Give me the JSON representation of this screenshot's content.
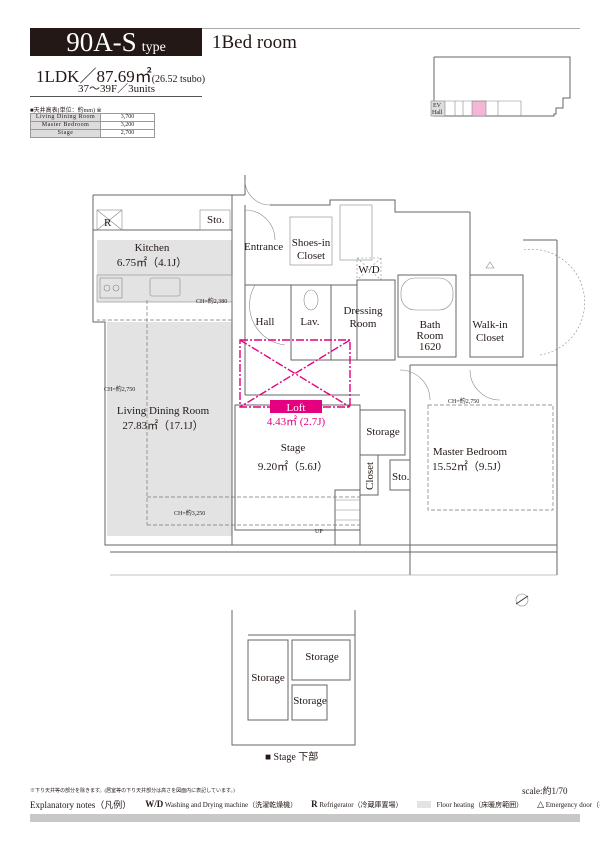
{
  "header": {
    "type_code": "90A-S",
    "type_suffix": "type",
    "room_type": "1Bed room",
    "layout": "1LDK／87.69㎡",
    "tsubo": "(26.52 tsubo)",
    "floors": "37～39F／3units"
  },
  "ceiling": {
    "title": "■天井高表(単位：約mm) ※",
    "rows": [
      {
        "room": "Living Dining Room",
        "value": "3,700"
      },
      {
        "room": "Master Bedroom",
        "value": "3,200"
      },
      {
        "room": "Stage",
        "value": "2,700"
      }
    ]
  },
  "keyplan": {
    "ev_label": "EV",
    "hall_label": "Hall",
    "highlight_color": "#f4b6d6"
  },
  "rooms": {
    "refrigerator": "R",
    "sto_top": "Sto.",
    "kitchen": "Kitchen",
    "kitchen_area": "6.75㎡（4.1J）",
    "ch_kitchen": "CH=約2,380",
    "entrance": "Entrance",
    "shoes_in": "Shoes-in",
    "closet_word": "Closet",
    "wd": "W/D",
    "hall": "Hall",
    "lav": "Lav.",
    "dressing": "Dressing",
    "room_word": "Room",
    "bath": "Bath",
    "bath_size": "1620",
    "walkin": "Walk-in",
    "walkin_closet": "Closet",
    "ch_ldr": "CH=約2,750",
    "ldr": "Living Dining Room",
    "ldr_area": "27.83㎡（17.1J）",
    "loft": "Loft",
    "loft_area": "4.43㎡ (2.7J)",
    "stage": "Stage",
    "stage_area": "9.20㎡（5.6J）",
    "storage": "Storage",
    "closet_v": "Closet",
    "sto_mid": "Sto.",
    "ch_mb": "CH=約2,750",
    "master": "Master Bedroom",
    "master_area": "15.52㎡（9.5J）",
    "ch_3250": "CH=約3,250",
    "up": "UP"
  },
  "lower_plan": {
    "storage_left": "Storage",
    "storage_top": "Storage",
    "storage_bottom": "Storage",
    "caption": "■ Stage 下部"
  },
  "footer": {
    "note": "※下り天井等の部分を除きます。(居室等の下り天井部分は高さを図面内に表記しています。)",
    "scale": "scale:約1/70",
    "legend_title": "Explanatory notes（凡例）",
    "wd_key": "W/D",
    "wd_desc": "Washing and Drying machine（洗濯乾燥機）",
    "r_key": "R",
    "r_desc": "Refrigerator（冷蔵庫置場）",
    "heat_desc": "Floor heating（床暖房範囲）",
    "emerg_key": "△",
    "emerg_desc": "Emergency door（非常扉）"
  },
  "colors": {
    "accent": "#e4007f",
    "floor_heating": "#e3e3e3",
    "title_bg": "#231815"
  }
}
